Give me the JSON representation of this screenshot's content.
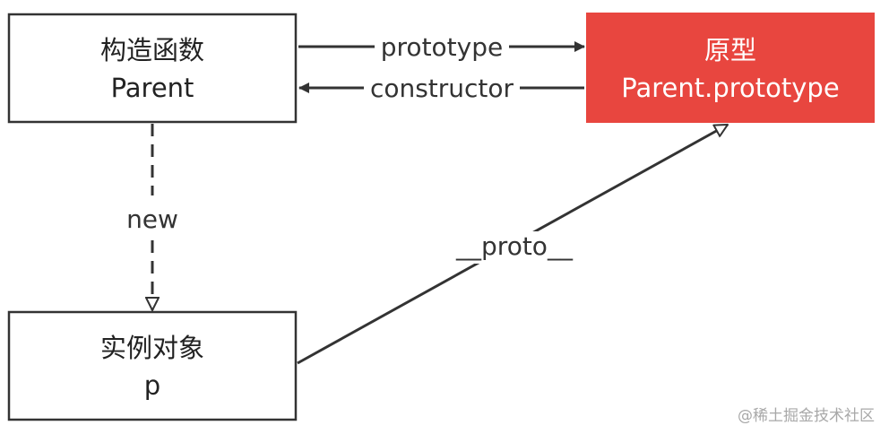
{
  "nodes": {
    "constructor": {
      "line1": "构造函数",
      "line2": "Parent"
    },
    "prototype": {
      "line1": "原型",
      "line2": "Parent.prototype",
      "fill": "#e8463f"
    },
    "instance": {
      "line1": "实例对象",
      "line2": "p"
    }
  },
  "edges": {
    "prototype_label": "prototype",
    "constructor_label": "constructor",
    "new_label": "new",
    "proto_label": "__proto__"
  },
  "watermark": "@稀土掘金技术社区",
  "colors": {
    "stroke": "#333333",
    "accent": "#e8463f"
  }
}
